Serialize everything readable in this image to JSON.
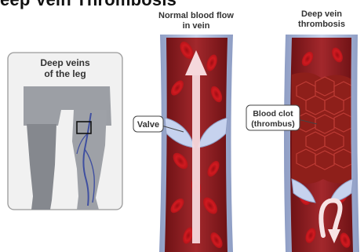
{
  "title": "eep Vein Thrombosis",
  "panels": {
    "leg": {
      "label_line1": "Deep veins",
      "label_line2": "of the leg"
    },
    "normal": {
      "label_line1": "Normal blood flow",
      "label_line2": "in vein",
      "callout": "Valve"
    },
    "dvt": {
      "label_line1": "Deep vein",
      "label_line2": "thrombosis",
      "callout_line1": "Blood clot",
      "callout_line2": "(thrombus)"
    }
  },
  "colors": {
    "vein_wall": "#a9b6d6",
    "blood": "#b8141a",
    "clot": "#8e1f1a",
    "leg": "#8d9096",
    "flow_arrow": "#f5d8dc"
  },
  "icons": [
    "leg-silhouette",
    "flow-arrow",
    "swirl-arrow",
    "red-blood-cell"
  ]
}
